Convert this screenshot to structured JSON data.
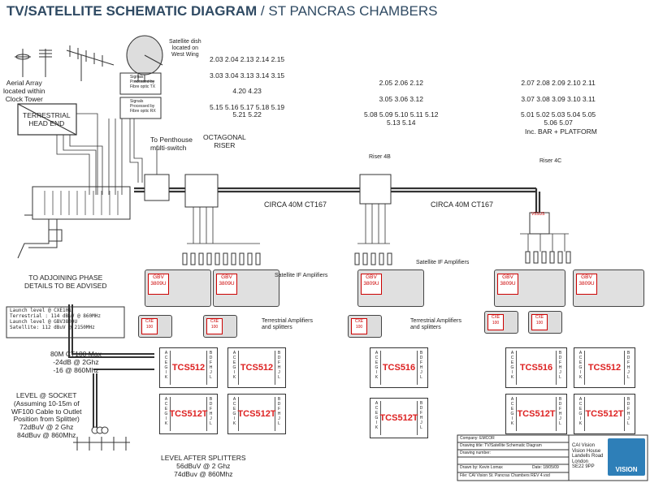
{
  "title": {
    "bold": "TV/SATELLITE SCHEMATIC DIAGRAM",
    "rest": " / ST PANCRAS CHAMBERS"
  },
  "labels": {
    "satellite_dish": "Satellite dish\nlocated on\nWest Wing",
    "aerial_array": "Aerial Array\nlocated within\nClock Tower",
    "head_end": "TERRESTRIAL\nHEAD END",
    "fibre_tx": "Signals\nProcessed by\nFibre optic TX",
    "fibre_rx": "Signals\nProcessed by\nFibre optic RX",
    "penthouse": "To Penthouse\nmulti-switch",
    "octagonal": "OCTAGONAL\nRISER",
    "riser_4b": "Riser 4B",
    "riser_4c": "Riser 4C",
    "circa_1": "CIRCA 40M CT167",
    "circa_2": "CIRCA 40M CT167",
    "adjoining": "TO ADJOINING PHASE\nDETAILS TO BE ADVISED",
    "sat_if_amps_1": "Satellite IF Amplifiers",
    "sat_if_amps_2": "Satellite IF Amplifiers",
    "terr_amps_1": "Terrestrial Amplifiers\nand splitters",
    "terr_amps_2": "Terrestrial Amplifiers\nand splitters",
    "launch": "Launch level @ CXE101\nTerrestrial : 114 dBuV @ 860MHz\nLaunch level @ GBV3809U\nSatellite: 112 dBuV @ 2150MHz",
    "cable": "80M CT100 Max\n-24dB @ 2Ghz\n-16 @ 860Mhz",
    "socket": "LEVEL @ SOCKET\n(Assuming 10-15m of\nWF100 Cable to Outlet\nPosition from Splitter)\n72dBuV @ 2 Ghz\n84dBuv @ 860Mhz",
    "after_splitters": "LEVEL AFTER SPLITTERS\n56dBuV @ 2 Ghz\n74dBuv @ 860Mhz",
    "inc_bar": "Inc. BAR + PLATFORM"
  },
  "rooms": {
    "west": "2.03 2.04 2.13 2.14 2.15\n\n3.03 3.04 3.13 3.14 3.15\n\n4.20 4.23\n\n5.15 5.16 5.17 5.18 5.19\n5.21 5.22",
    "riser4b": "2.05 2.06 2.12\n\n3.05 3.06 3.12\n\n5.08 5.09 5.10 5.11 5.12\n5.13 5.14",
    "riser4c": "2.07 2.08 2.09 2.10 2.11\n\n3.07 3.08 3.09 3.10 3.11\n\n5.01 5.02 5.03 5.04 5.05\n5.06 5.07"
  },
  "amps": {
    "gbv": "GBV\n3809U",
    "cxe": "CXE\n100",
    "v5": "V5SUS"
  },
  "tcs": {
    "top": [
      "TCS512",
      "TCS512",
      "TCS516",
      "TCS516",
      "TCS512"
    ],
    "bottom": [
      "TCS512T",
      "TCS512T",
      "TCS512T",
      "TCS512T",
      "TCS512T"
    ]
  },
  "port_letters_left": "A\nC\nE\nG\nI\nK",
  "port_letters_right": "B\nD\nF\nH\nJ\nL",
  "footer": {
    "company": "Company: EMCOR",
    "drawing_title": "Drawing title: TV/Satellite Schematic Diagram",
    "drawing_number": "Drawing number:",
    "drawn_by": "Drawn by: Kevin Lomax",
    "date": "Date: 18/05/09",
    "file": "File: CAI Vision St. Pancras Chambers REV 4.vsd",
    "address": "CAI Vision\nVision House\nLandells Road\nLondon\nSE22 9PP",
    "logo": "VISION"
  },
  "colors": {
    "title": "#2f4a63",
    "accent_red": "#dd2222",
    "logo_blue": "#2e7fb8"
  }
}
